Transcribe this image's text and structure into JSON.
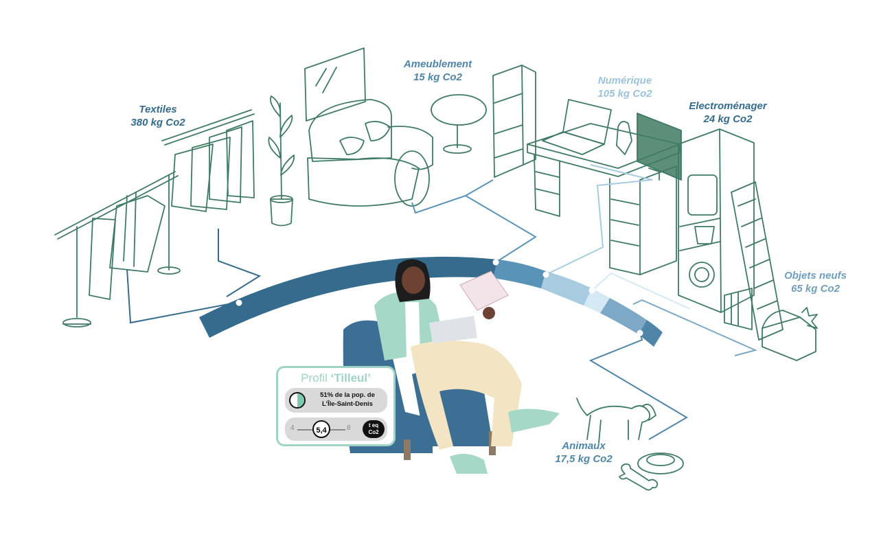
{
  "categories": [
    {
      "id": "textiles",
      "name": "Textiles",
      "value": "380 kg Co2",
      "color": "#356b8c"
    },
    {
      "id": "ameublement",
      "name": "Ameublement",
      "value": "15 kg Co2",
      "color": "#4f86a8"
    },
    {
      "id": "numerique",
      "name": "Numérique",
      "value": "105 kg Co2",
      "color": "#9dc3db"
    },
    {
      "id": "electromenager",
      "name": "Electroménager",
      "value": "24 kg Co2",
      "color": "#356b8c"
    },
    {
      "id": "objets",
      "name": "Objets neufs",
      "value": "65 kg Co2",
      "color": "#6f9fbc"
    },
    {
      "id": "animaux",
      "name": "Animaux",
      "value": "17,5 kg Co2",
      "color": "#4f86a8"
    }
  ],
  "profile": {
    "prefix": "Profil",
    "name": "‘Tilleul’",
    "population_line1": "51% de la pop. de",
    "population_line2": "L’Île-Saint-Denis",
    "population_share": 0.51,
    "scale_min": "4",
    "scale_value": "5,4",
    "scale_max": "8",
    "badge_line1": "t eq",
    "badge_line2": "Co2"
  },
  "colors": {
    "furniture_line": "#3f7a64",
    "card_border": "#9fd3c4",
    "arc_textiles": "#356b8c",
    "arc_ameublement": "#5a93b8",
    "arc_numerique": "#a7cbe0",
    "arc_electromenager": "#d3e9f4",
    "arc_objets": "#7da9c6",
    "arc_animaux": "#4f86a8"
  },
  "icons": [
    "clothes-rack-icon",
    "plant-icon",
    "sofa-icon",
    "mirror-icon",
    "table-icon",
    "shelf-icon",
    "desk-icon",
    "laptop-icon",
    "monitor-icon",
    "appliance-tower-icon",
    "piano-icon",
    "treasure-chest-icon",
    "dog-icon",
    "bowl-icon",
    "bone-icon",
    "person-armchair-icon"
  ]
}
